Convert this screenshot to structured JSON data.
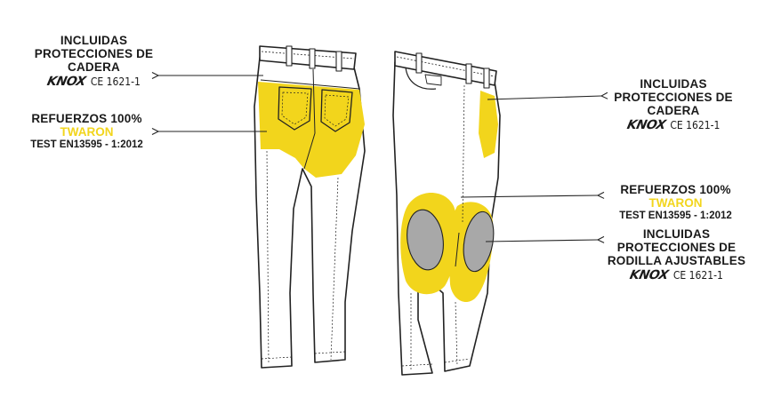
{
  "accent_color": "#f2d51c",
  "pad_color": "#a8a8a8",
  "callouts": {
    "hip_left": {
      "line1": "INCLUIDAS",
      "line2": "PROTECCIONES DE",
      "line3": "CADERA",
      "brand": "KNOX",
      "cert": "CE 1621-1"
    },
    "reinf_left": {
      "line1": "REFUERZOS 100%",
      "accent": "TWARON",
      "test": "TEST EN13595 - 1:2012"
    },
    "hip_right": {
      "line1": "INCLUIDAS",
      "line2": "PROTECCIONES DE",
      "line3": "CADERA",
      "brand": "KNOX",
      "cert": "CE 1621-1"
    },
    "reinf_right": {
      "line1": "REFUERZOS 100%",
      "accent": "TWARON",
      "test": "TEST EN13595 - 1:2012"
    },
    "knee_right": {
      "line1": "INCLUIDAS",
      "line2": "PROTECCIONES DE",
      "line3": "RODILLA AJUSTABLES",
      "brand": "KNOX",
      "cert": "CE 1621-1"
    }
  }
}
